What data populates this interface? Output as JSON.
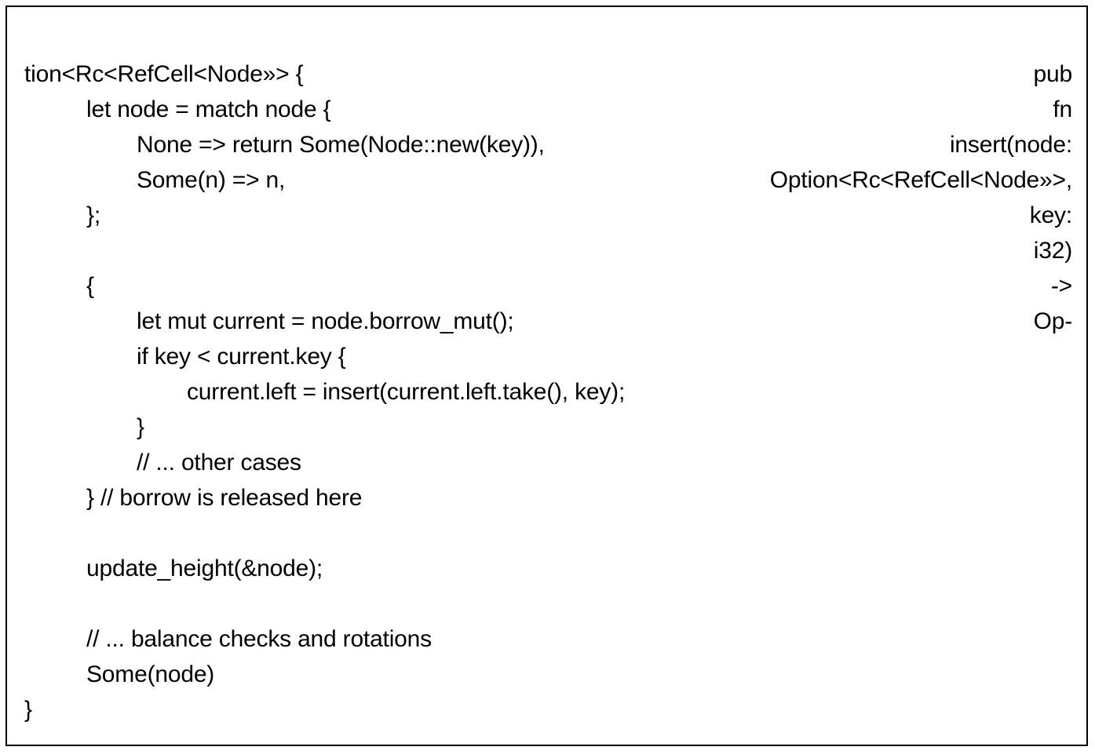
{
  "figure": {
    "kind": "code-listing",
    "language": "rust",
    "border_color": "#000000",
    "background_color": "#ffffff",
    "text_color": "#000000"
  },
  "code": {
    "signature_line": {
      "row1_tokens": [
        "pub",
        "fn",
        "insert(node:",
        "Option<Rc<RefCell<Node»>,",
        "key:",
        "i32)",
        "->",
        "Op-"
      ],
      "row2": "tion<Rc<RefCell<Node»> {"
    },
    "lines": [
      {
        "indent": 1,
        "text": "let node = match node {"
      },
      {
        "indent": 2,
        "text": "None => return Some(Node::new(key)),"
      },
      {
        "indent": 2,
        "text": "Some(n) => n,"
      },
      {
        "indent": 1,
        "text": "};"
      },
      {
        "indent": 0,
        "text": ""
      },
      {
        "indent": 1,
        "text": "{"
      },
      {
        "indent": 2,
        "text": "let mut current = node.borrow_mut();"
      },
      {
        "indent": 2,
        "text": "if key < current.key {"
      },
      {
        "indent": 3,
        "text": "current.left = insert(current.left.take(), key);"
      },
      {
        "indent": 2,
        "text": "}"
      },
      {
        "indent": 2,
        "text": "// ... other cases"
      },
      {
        "indent": 1,
        "text": "} // borrow is released here"
      },
      {
        "indent": 0,
        "text": ""
      },
      {
        "indent": 1,
        "text": "update_height(&node);"
      },
      {
        "indent": 0,
        "text": ""
      },
      {
        "indent": 1,
        "text": "// ... balance checks and rotations"
      },
      {
        "indent": 1,
        "text": "Some(node)"
      },
      {
        "indent": 0,
        "text": "}"
      }
    ]
  }
}
